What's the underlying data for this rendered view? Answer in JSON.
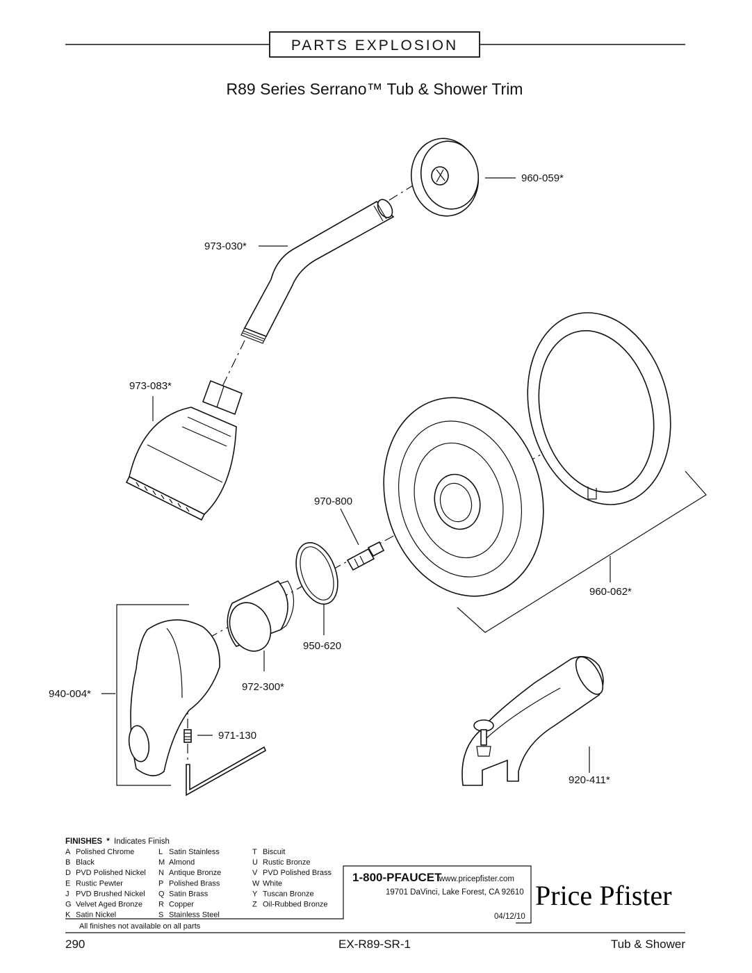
{
  "header": {
    "banner": "PARTS EXPLOSION",
    "title": "R89 Series Serrano™ Tub & Shower Trim"
  },
  "parts": [
    {
      "number": "960-059*"
    },
    {
      "number": "973-030*"
    },
    {
      "number": "973-083*"
    },
    {
      "number": "970-800"
    },
    {
      "number": "960-062*"
    },
    {
      "number": "950-620"
    },
    {
      "number": "972-300*"
    },
    {
      "number": "940-004*"
    },
    {
      "number": "971-130"
    },
    {
      "number": "920-411*"
    }
  ],
  "finishes": {
    "heading": "FINISHES",
    "star": "*",
    "note": "Indicates Finish",
    "columns": [
      [
        {
          "code": "A",
          "name": "Polished Chrome"
        },
        {
          "code": "B",
          "name": "Black"
        },
        {
          "code": "D",
          "name": "PVD Polished Nickel"
        },
        {
          "code": "E",
          "name": "Rustic Pewter"
        },
        {
          "code": "J",
          "name": "PVD Brushed Nickel"
        },
        {
          "code": "G",
          "name": "Velvet Aged Bronze"
        },
        {
          "code": "K",
          "name": "Satin Nickel"
        }
      ],
      [
        {
          "code": "L",
          "name": "Satin Stainless"
        },
        {
          "code": "M",
          "name": "Almond"
        },
        {
          "code": "N",
          "name": "Antique Bronze"
        },
        {
          "code": "P",
          "name": "Polished Brass"
        },
        {
          "code": "Q",
          "name": "Satin Brass"
        },
        {
          "code": "R",
          "name": "Copper"
        },
        {
          "code": "S",
          "name": "Stainless Steel"
        }
      ],
      [
        {
          "code": "T",
          "name": "Biscuit"
        },
        {
          "code": "U",
          "name": "Rustic Bronze"
        },
        {
          "code": "V",
          "name": "PVD Polished Brass"
        },
        {
          "code": "W",
          "name": "White"
        },
        {
          "code": "Y",
          "name": "Tuscan Bronze"
        },
        {
          "code": "Z",
          "name": "Oil-Rubbed Bronze"
        }
      ]
    ],
    "footnote": "All finishes not available on all parts"
  },
  "contact": {
    "phone": "1-800-PFAUCET",
    "website": "www.pricepfister.com",
    "address": "19701 DaVinci, Lake Forest, CA  92610",
    "date": "04/12/10"
  },
  "brand": "Price Pfister",
  "footer": {
    "page": "290",
    "doc_id": "EX-R89-SR-1",
    "category": "Tub & Shower"
  }
}
